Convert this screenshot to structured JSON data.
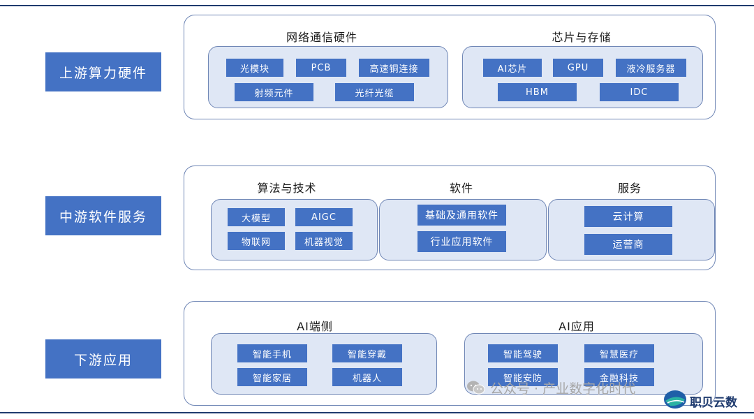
{
  "tiers": {
    "upstream": {
      "label": "上游算力硬件",
      "groups": {
        "network": {
          "title": "网络通信硬件",
          "items": [
            "光模块",
            "PCB",
            "高速铜连接",
            "射频元件",
            "光纤光缆"
          ]
        },
        "chips": {
          "title": "芯片与存储",
          "items": [
            "AI芯片",
            "GPU",
            "液冷服务器",
            "HBM",
            "IDC"
          ]
        }
      }
    },
    "midstream": {
      "label": "中游软件服务",
      "groups": {
        "algorithms": {
          "title": "算法与技术",
          "items": [
            "大模型",
            "AIGC",
            "物联网",
            "机器视觉"
          ]
        },
        "software": {
          "title": "软件",
          "items": [
            "基础及通用软件",
            "行业应用软件"
          ]
        },
        "services": {
          "title": "服务",
          "items": [
            "云计算",
            "运营商"
          ]
        }
      }
    },
    "downstream": {
      "label": "下游应用",
      "groups": {
        "edge": {
          "title": "AI端侧",
          "items": [
            "智能手机",
            "智能穿戴",
            "智能家居",
            "机器人"
          ]
        },
        "applications": {
          "title": "AI应用",
          "items": [
            "智能驾驶",
            "智慧医疗",
            "智能安防",
            "金融科技"
          ]
        }
      }
    }
  },
  "watermark": {
    "text": "公众号 · 产业数字化时代"
  },
  "brand": {
    "text": "职贝云数"
  },
  "colors": {
    "chip": "#4472c4",
    "inner_bg": "#dfe7f5",
    "border": "#6f86b5",
    "rule": "#1f3b6e"
  }
}
